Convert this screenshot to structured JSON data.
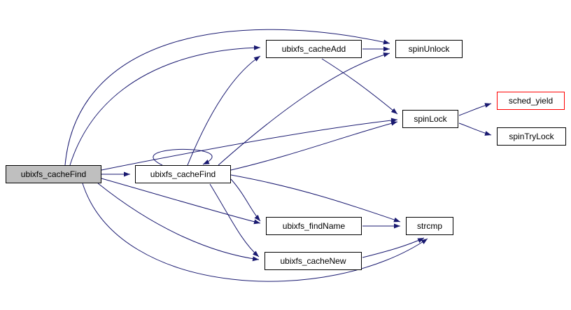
{
  "colors": {
    "edge-color": "#191970",
    "node-border": "#000000",
    "node-fill": "#ffffff",
    "root-fill": "#bfbfbf",
    "highlight-border": "#ff0000",
    "text-color": "#000000",
    "background": "#ffffff"
  },
  "diagram": {
    "type": "call-graph",
    "nodes": [
      {
        "id": "ubixfs_cacheFind_root",
        "label": "ubixfs_cacheFind",
        "style": "root"
      },
      {
        "id": "ubixfs_cacheFind",
        "label": "ubixfs_cacheFind",
        "style": "default"
      },
      {
        "id": "ubixfs_cacheAdd",
        "label": "ubixfs_cacheAdd",
        "style": "default"
      },
      {
        "id": "spinUnlock",
        "label": "spinUnlock",
        "style": "default"
      },
      {
        "id": "spinLock",
        "label": "spinLock",
        "style": "default"
      },
      {
        "id": "sched_yield",
        "label": "sched_yield",
        "style": "highlight"
      },
      {
        "id": "spinTryLock",
        "label": "spinTryLock",
        "style": "default"
      },
      {
        "id": "ubixfs_findName",
        "label": "ubixfs_findName",
        "style": "default"
      },
      {
        "id": "strcmp",
        "label": "strcmp",
        "style": "default"
      },
      {
        "id": "ubixfs_cacheNew",
        "label": "ubixfs_cacheNew",
        "style": "default"
      }
    ],
    "edges": [
      {
        "from": "ubixfs_cacheFind_root",
        "to": "ubixfs_cacheFind"
      },
      {
        "from": "ubixfs_cacheFind_root",
        "to": "ubixfs_cacheAdd"
      },
      {
        "from": "ubixfs_cacheFind_root",
        "to": "spinUnlock"
      },
      {
        "from": "ubixfs_cacheFind_root",
        "to": "spinLock"
      },
      {
        "from": "ubixfs_cacheFind_root",
        "to": "ubixfs_findName"
      },
      {
        "from": "ubixfs_cacheFind_root",
        "to": "ubixfs_cacheNew"
      },
      {
        "from": "ubixfs_cacheFind_root",
        "to": "strcmp"
      },
      {
        "from": "ubixfs_cacheFind",
        "to": "ubixfs_cacheFind"
      },
      {
        "from": "ubixfs_cacheFind",
        "to": "ubixfs_cacheAdd"
      },
      {
        "from": "ubixfs_cacheFind",
        "to": "spinUnlock"
      },
      {
        "from": "ubixfs_cacheFind",
        "to": "spinLock"
      },
      {
        "from": "ubixfs_cacheFind",
        "to": "ubixfs_findName"
      },
      {
        "from": "ubixfs_cacheFind",
        "to": "ubixfs_cacheNew"
      },
      {
        "from": "ubixfs_cacheFind",
        "to": "strcmp"
      },
      {
        "from": "ubixfs_cacheAdd",
        "to": "spinUnlock"
      },
      {
        "from": "ubixfs_cacheAdd",
        "to": "spinLock"
      },
      {
        "from": "spinLock",
        "to": "sched_yield"
      },
      {
        "from": "spinLock",
        "to": "spinTryLock"
      },
      {
        "from": "ubixfs_findName",
        "to": "strcmp"
      },
      {
        "from": "ubixfs_cacheNew",
        "to": "strcmp"
      }
    ]
  }
}
